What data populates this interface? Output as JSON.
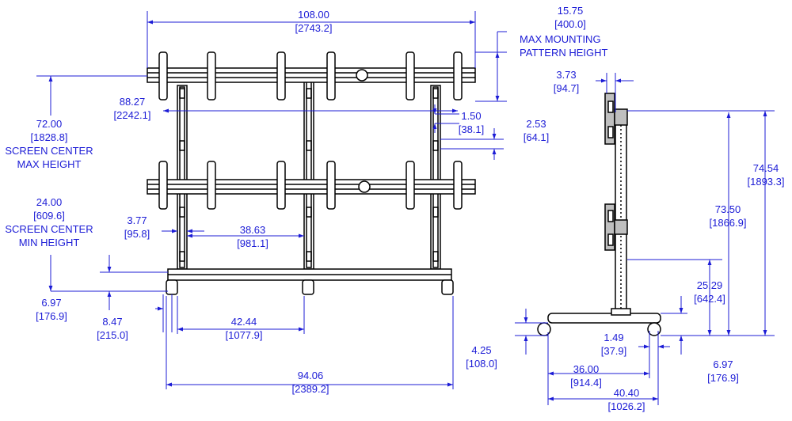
{
  "colors": {
    "dimension": "#1c1cd6",
    "drawing": "#000000",
    "mount_fill": "#bfbfbf"
  },
  "front_view": {
    "overall_width": {
      "in": "108.00",
      "mm": "[2743.2]"
    },
    "max_mounting": {
      "in": "15.75",
      "mm": "[400.0]",
      "label1": "MAX MOUNTING",
      "label2": "PATTERN HEIGHT"
    },
    "center_rail": {
      "in": "88.27",
      "mm": "[2242.1]"
    },
    "rail_height": {
      "in": "1.50",
      "mm": "[38.1]"
    },
    "rail_gap": {
      "in": "2.53",
      "mm": "[64.1]"
    },
    "max_height": {
      "in": "72.00",
      "mm": "[1828.8]",
      "label1": "SCREEN CENTER",
      "label2": "MAX HEIGHT"
    },
    "min_height": {
      "in": "24.00",
      "mm": "[609.6]",
      "label1": "SCREEN CENTER",
      "label2": "MIN HEIGHT"
    },
    "post_offset": {
      "in": "3.77",
      "mm": "[95.8]"
    },
    "post_spacing": {
      "in": "38.63",
      "mm": "[981.1]"
    },
    "caster_height": {
      "in": "6.97",
      "mm": "[176.9]"
    },
    "base_offset": {
      "in": "8.47",
      "mm": "[215.0]"
    },
    "caster_spacing": {
      "in": "42.44",
      "mm": "[1077.9]"
    },
    "base_width": {
      "in": "94.06",
      "mm": "[2389.2]"
    }
  },
  "side_view": {
    "top_offset": {
      "in": "3.73",
      "mm": "[94.7]"
    },
    "overall_height": {
      "in": "74.54",
      "mm": "[1893.3]"
    },
    "top_height": {
      "in": "73.50",
      "mm": "[1866.9]"
    },
    "bottom_height": {
      "in": "25.29",
      "mm": "[642.4]"
    },
    "base_height": {
      "in": "4.25",
      "mm": "[108.0]"
    },
    "post_width": {
      "in": "1.49",
      "mm": "[37.9]"
    },
    "caster_height": {
      "in": "6.97",
      "mm": "[176.9]"
    },
    "base_depth": {
      "in": "36.00",
      "mm": "[914.4]"
    },
    "overall_depth": {
      "in": "40.40",
      "mm": "[1026.2]"
    }
  }
}
